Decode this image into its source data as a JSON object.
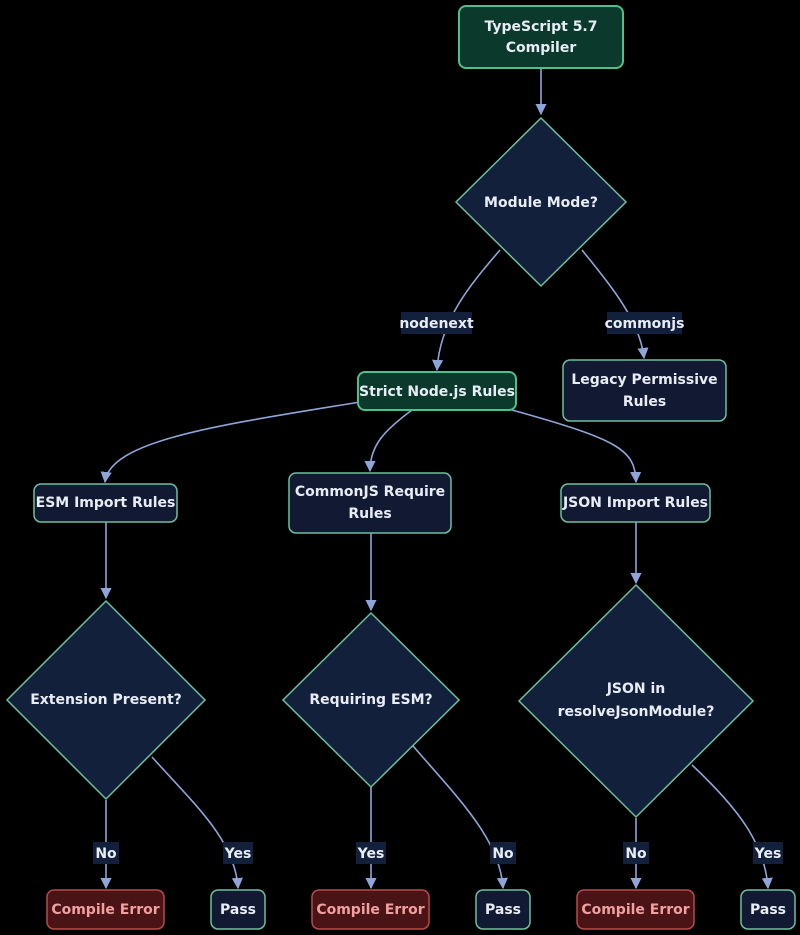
{
  "nodes": {
    "compiler": [
      "TypeScript 5.7",
      "Compiler"
    ],
    "module_mode": [
      "Module Mode?"
    ],
    "strict_rules": [
      "Strict Node.js Rules"
    ],
    "legacy_rules": [
      "Legacy Permissive",
      "Rules"
    ],
    "esm_rules": [
      "ESM Import Rules"
    ],
    "cjs_rules": [
      "CommonJS Require",
      "Rules"
    ],
    "json_rules": [
      "JSON Import Rules"
    ],
    "ext_present": [
      "Extension Present?"
    ],
    "requiring_esm": [
      "Requiring ESM?"
    ],
    "json_resolve": [
      "JSON in",
      "resolveJsonModule?"
    ],
    "err1": [
      "Compile Error"
    ],
    "pass1": [
      "Pass"
    ],
    "err2": [
      "Compile Error"
    ],
    "pass2": [
      "Pass"
    ],
    "err3": [
      "Compile Error"
    ],
    "pass3": [
      "Pass"
    ]
  },
  "edge_labels": {
    "nodenext": "nodenext",
    "commonjs": "commonjs",
    "ext_no": "No",
    "ext_yes": "Yes",
    "req_yes": "Yes",
    "req_no": "No",
    "json_no": "No",
    "json_yes": "Yes"
  },
  "colors": {
    "background": "#000000",
    "node_fill": "#13203b",
    "rule_fill": "#121a33",
    "accent_fill": "#0b3a2c",
    "accent_border": "#4fbf8c",
    "node_border": "#6fbf9d",
    "error_fill": "#4a1416",
    "error_border": "#b94a4a",
    "error_text": "#f0a0a0",
    "edge": "#8fa4d8",
    "text": "#e8edf5"
  }
}
